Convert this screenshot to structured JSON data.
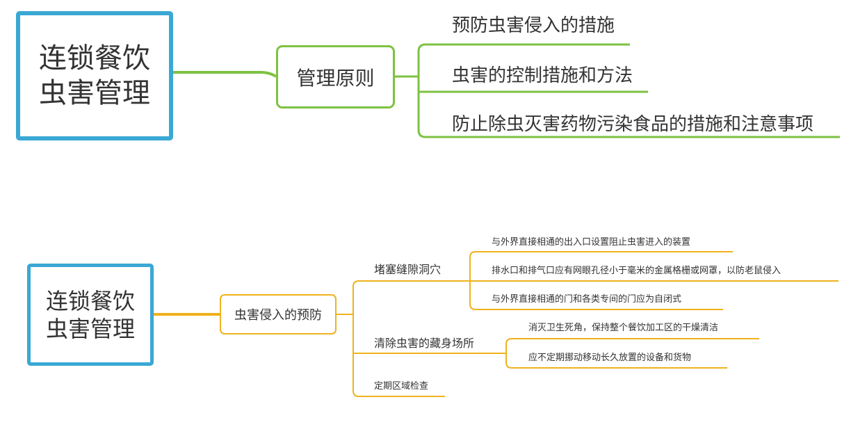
{
  "colors": {
    "root_border": "#3aa8d4",
    "green_branch": "#7dc242",
    "orange_branch": "#f0b21c"
  },
  "map1": {
    "root": {
      "line1": "连锁餐饮",
      "line2": "虫害管理"
    },
    "topic": "管理原则",
    "items": [
      "预防虫害侵入的措施",
      "虫害的控制措施和方法",
      "防止除虫灭害药物污染食品的措施和注意事项"
    ]
  },
  "map2": {
    "root": {
      "line1": "连锁餐饮",
      "line2": "虫害管理"
    },
    "topic": "虫害侵入的预防",
    "subtopics": [
      {
        "label": "堵塞缝隙洞穴",
        "children": [
          "与外界直接相通的出入口设置阻止虫害进入的装置",
          "排水口和排气口应有网眼孔径小于毫米的金属格栅或网罩，以防老鼠侵入",
          "与外界直接相通的门和各类专间的门应为自闭式"
        ]
      },
      {
        "label": "清除虫害的藏身场所",
        "children": [
          "消灭卫生死角，保持整个餐饮加工区的干燥清洁",
          "应不定期挪动移动长久放置的设备和货物"
        ]
      },
      {
        "label": "定期区域检查",
        "children": []
      }
    ]
  }
}
